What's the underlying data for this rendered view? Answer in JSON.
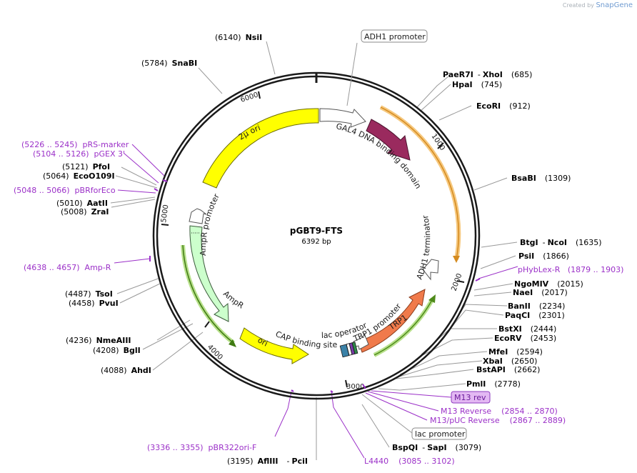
{
  "watermark": {
    "prefix": "Created by",
    "brand": "SnapGene"
  },
  "plasmid": {
    "name": "pGBT9-FTS",
    "length": "6392 bp"
  },
  "ticks": [
    "1000",
    "2000",
    "3000",
    "4000",
    "5000",
    "6000"
  ],
  "features": {
    "gal4": "GAL4 DNA binding domain",
    "adh1_terminator": "ADH1 terminator",
    "trp1": "TRP1",
    "trp1_promoter": "TRP1 promoter",
    "lac_operator": "lac operator",
    "cap": "CAP binding site",
    "ori": "ori",
    "ampr": "AmpR",
    "ampr_promoter": "AmpR promoter",
    "two_micron": "2µ ori"
  },
  "boxed": {
    "adh1_promoter": "ADH1 promoter",
    "m13_rev": "M13 rev",
    "lac_promoter": "lac promoter"
  },
  "sites": [
    {
      "id": "nsi",
      "pos": "(6140)",
      "name": "NsiI"
    },
    {
      "id": "snab",
      "pos": "(5784)",
      "name": "SnaBI"
    },
    {
      "id": "paer7",
      "name": "PaeR7I",
      "sep": "-",
      "name2": "XhoI",
      "pos": "(685)"
    },
    {
      "id": "hpa",
      "name": "HpaI",
      "pos": "(745)"
    },
    {
      "id": "ecori",
      "name": "EcoRI",
      "pos": "(912)"
    },
    {
      "id": "bsab",
      "name": "BsaBI",
      "pos": "(1309)"
    },
    {
      "id": "btg",
      "name": "BtgI",
      "sep": "-",
      "name2": "NcoI",
      "pos": "(1635)"
    },
    {
      "id": "psi",
      "name": "PsiI",
      "pos": "(1866)"
    },
    {
      "id": "ngom",
      "name": "NgoMIV",
      "pos": "(2015)"
    },
    {
      "id": "nae",
      "name": "NaeI",
      "pos": "(2017)"
    },
    {
      "id": "ban",
      "name": "BanII",
      "pos": "(2234)"
    },
    {
      "id": "paqc",
      "name": "PaqCI",
      "pos": "(2301)"
    },
    {
      "id": "bstx",
      "name": "BstXI",
      "pos": "(2444)"
    },
    {
      "id": "ecorv",
      "name": "EcoRV",
      "pos": "(2453)"
    },
    {
      "id": "mfe",
      "name": "MfeI",
      "pos": "(2594)"
    },
    {
      "id": "xba",
      "name": "XbaI",
      "pos": "(2650)"
    },
    {
      "id": "bstap",
      "name": "BstAPI",
      "pos": "(2662)"
    },
    {
      "id": "pml",
      "name": "PmlI",
      "pos": "(2778)"
    },
    {
      "id": "bspq",
      "name": "BspQI",
      "sep": "-",
      "name2": "SapI",
      "pos": "(3079)"
    },
    {
      "id": "afl",
      "pos": "(3195)",
      "name": "AflIII",
      "sep": "-",
      "name2": "PciI"
    },
    {
      "id": "ahd",
      "pos": "(4088)",
      "name": "AhdI"
    },
    {
      "id": "bgl",
      "pos": "(4208)",
      "name": "BglI"
    },
    {
      "id": "nmea",
      "pos": "(4236)",
      "name": "NmeAIII"
    },
    {
      "id": "pvu",
      "pos": "(4458)",
      "name": "PvuI"
    },
    {
      "id": "tso",
      "pos": "(4487)",
      "name": "TsoI"
    },
    {
      "id": "zra",
      "pos": "(5008)",
      "name": "ZraI"
    },
    {
      "id": "aat",
      "pos": "(5010)",
      "name": "AatII"
    },
    {
      "id": "eco109",
      "pos": "(5064)",
      "name": "EcoO109I"
    },
    {
      "id": "pfo",
      "pos": "(5121)",
      "name": "PfoI"
    }
  ],
  "primers": [
    {
      "id": "prs",
      "text": "(5226 .. 5245)  pRS-marker"
    },
    {
      "id": "pgex",
      "text": "(5104 .. 5126)  pGEX 3'"
    },
    {
      "id": "pbrfor",
      "text": "(5048 .. 5066)  pBRforEco"
    },
    {
      "id": "ampr_r",
      "text": "(4638 .. 4657)  Amp-R"
    },
    {
      "id": "phyb",
      "text": "pHybLex-R   (1879 .. 1903)"
    },
    {
      "id": "m13r",
      "text": "M13 Reverse    (2854 .. 2870)"
    },
    {
      "id": "m13puc",
      "text": "M13/pUC Reverse    (2867 .. 2889)"
    },
    {
      "id": "l4440",
      "text": "L4440    (3085 .. 3102)"
    },
    {
      "id": "pbr322",
      "text": "(3336 .. 3355)  pBR322ori-F"
    }
  ],
  "colors": {
    "backbone": "#1a1a1a",
    "site_text": "#000000",
    "primer": "#9b30c8",
    "gal4": "#9a2a5e",
    "trp1": "#f07a4b",
    "two_micron": "#ffff00",
    "ampr": "#ccffcc",
    "adh1_promoter_arc": "#f4a93a",
    "trp1_arc": "#7ac143",
    "ampr_arc": "#4e8a1a",
    "m13_box": "#e3b8f3"
  }
}
